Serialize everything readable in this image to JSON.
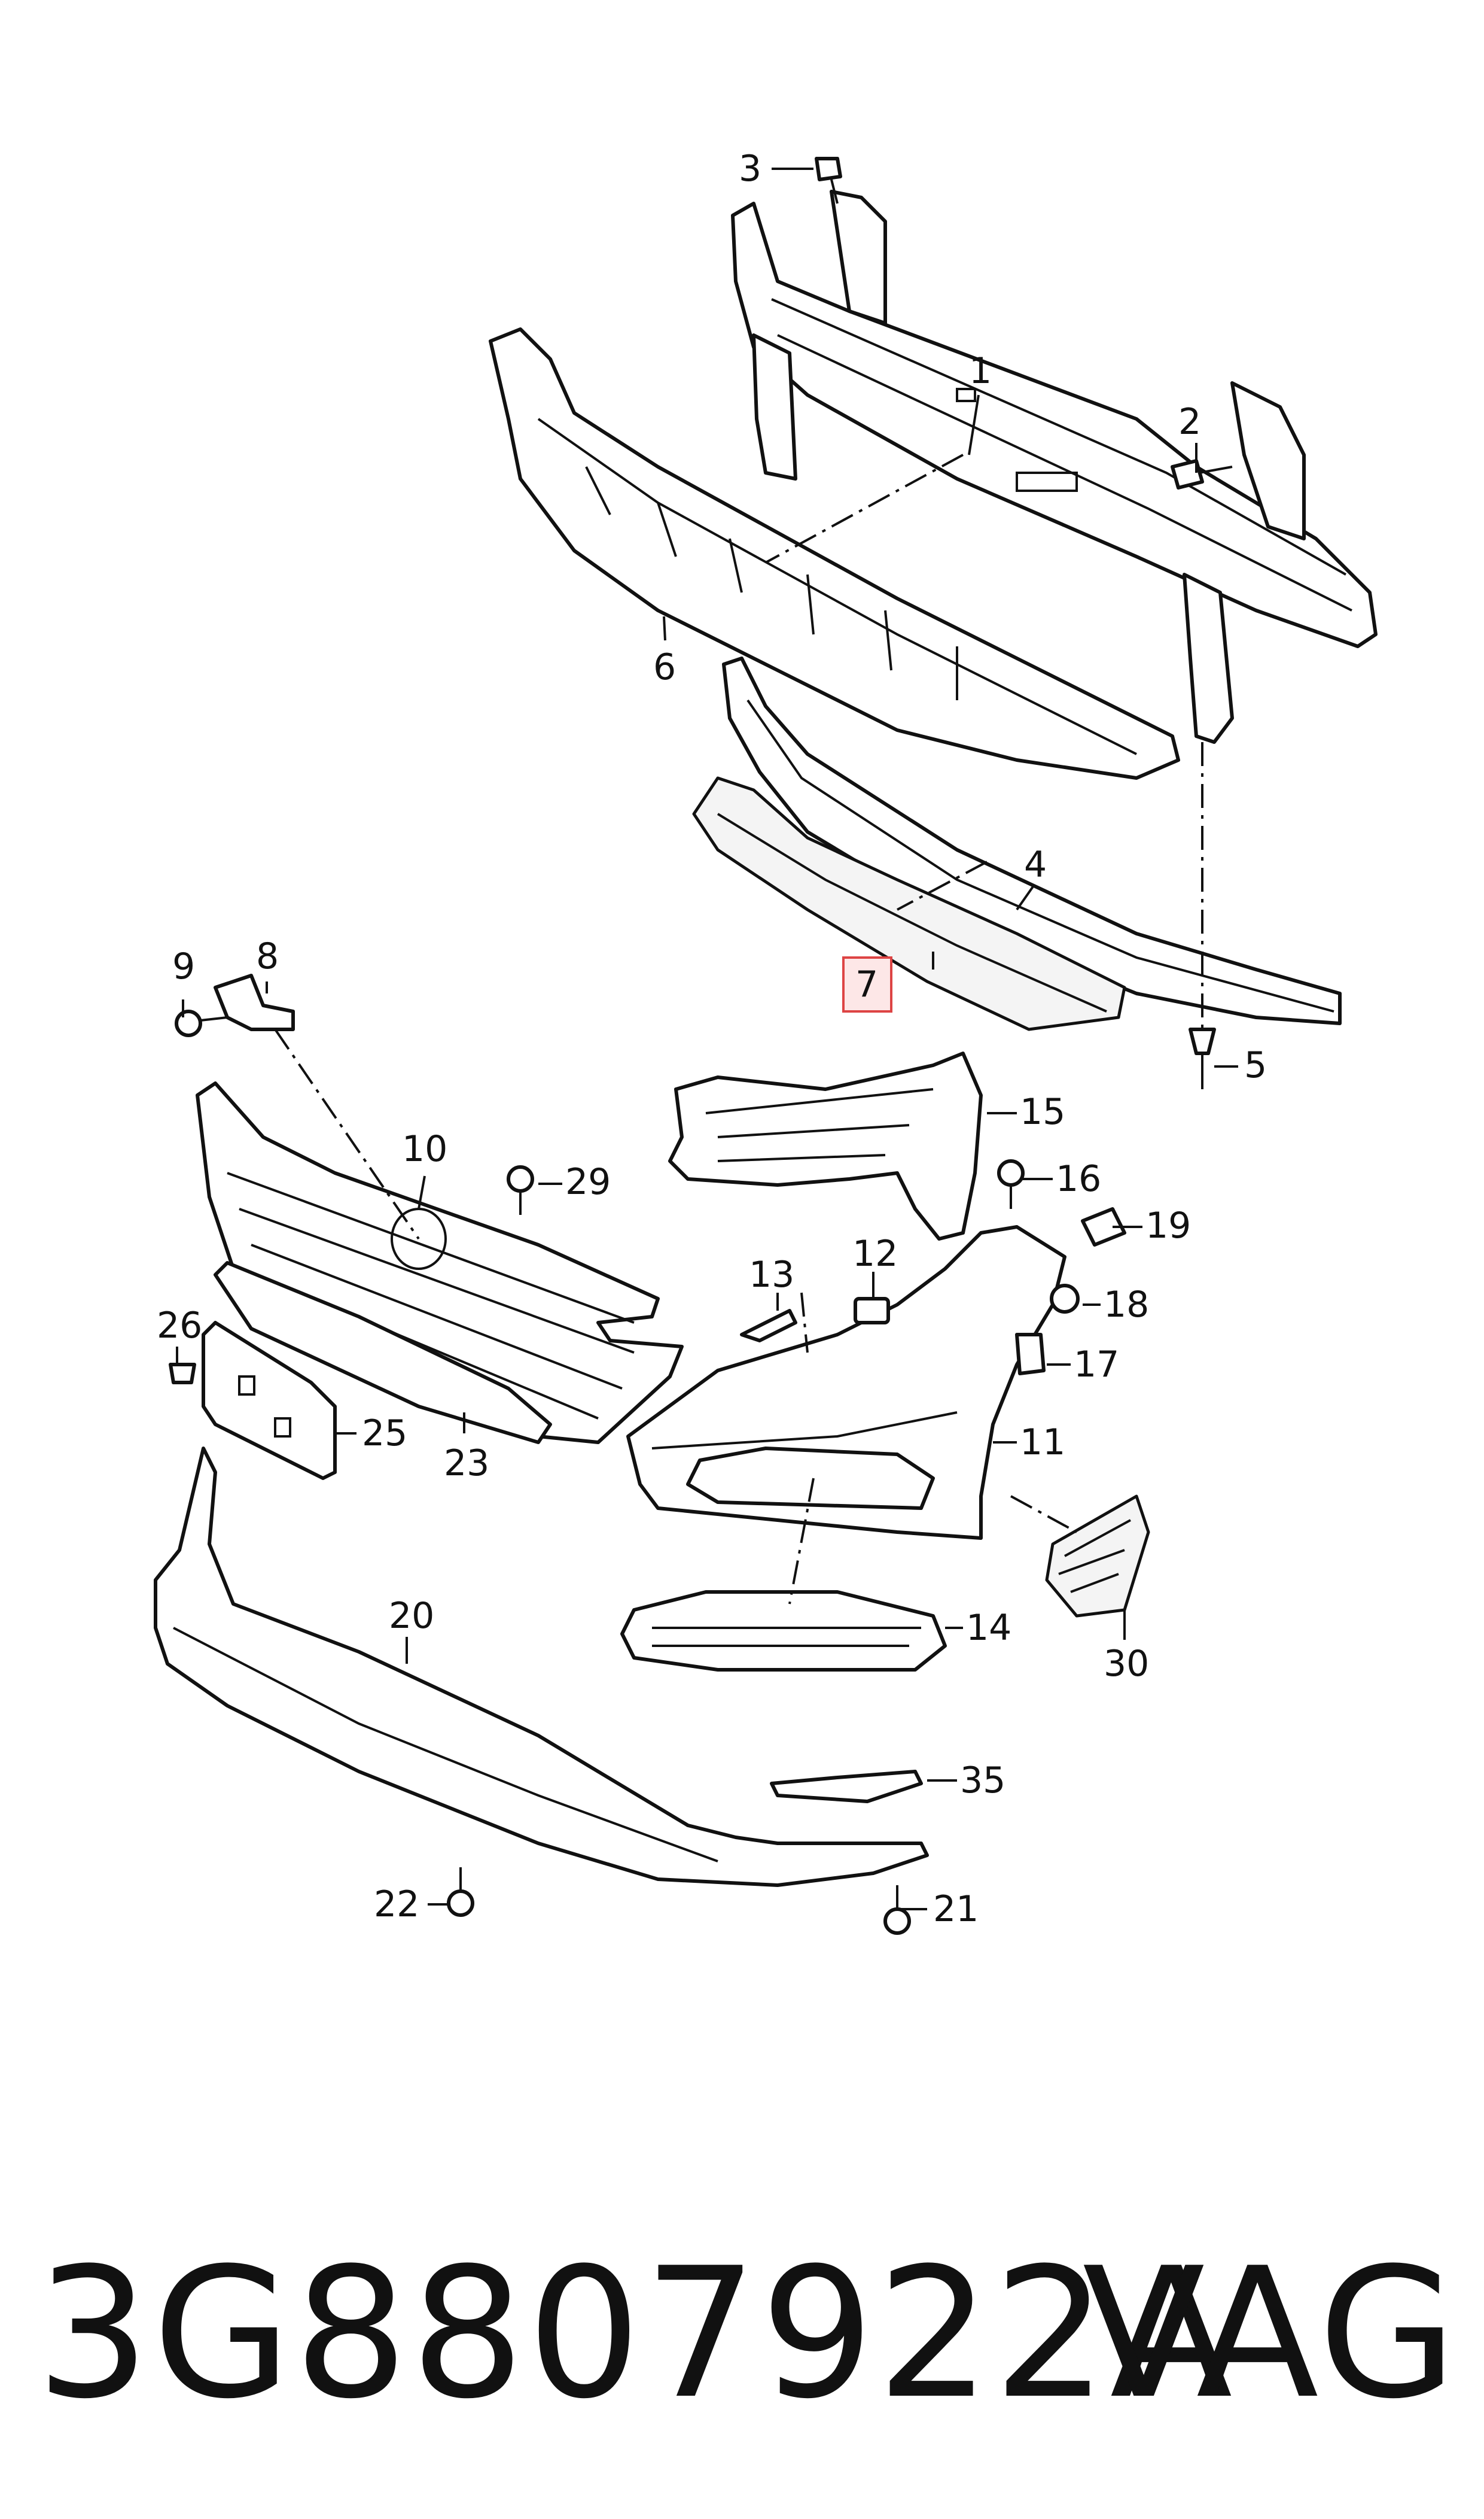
{
  "diagram": {
    "callouts": [
      "1",
      "2",
      "3",
      "4",
      "5",
      "6",
      "7",
      "8",
      "9",
      "10",
      "11",
      "12",
      "13",
      "14",
      "15",
      "16",
      "17",
      "18",
      "19",
      "20",
      "21",
      "22",
      "23",
      "25",
      "26",
      "29",
      "30",
      "35"
    ],
    "highlighted_callout": "7"
  },
  "footer": {
    "part_number": "3G8807922A",
    "brand": "VAG"
  }
}
